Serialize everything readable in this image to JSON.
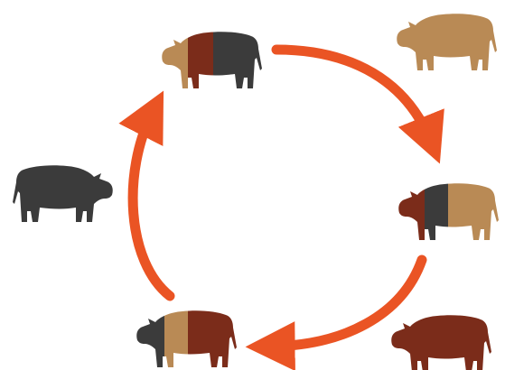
{
  "colors": {
    "arrow": "#ea5424",
    "tan": "#b98a55",
    "maroon": "#7b2c1a",
    "charcoal": "#3b3b3b",
    "background": "#ffffff"
  },
  "diagram": {
    "cycle_arrow_count": 4,
    "cows": [
      {
        "id": "top",
        "segments": [
          "tan",
          "maroon",
          "charcoal",
          "charcoal"
        ],
        "facing": "left",
        "in_cycle": true
      },
      {
        "id": "right",
        "segments": [
          "maroon",
          "charcoal",
          "tan",
          "tan"
        ],
        "facing": "left",
        "in_cycle": true
      },
      {
        "id": "bottom",
        "segments": [
          "charcoal",
          "tan",
          "maroon",
          "maroon"
        ],
        "facing": "left",
        "in_cycle": true
      },
      {
        "id": "top-right-solid",
        "segments": [
          "tan"
        ],
        "facing": "left",
        "in_cycle": false
      },
      {
        "id": "left-solid",
        "segments": [
          "charcoal"
        ],
        "facing": "right",
        "in_cycle": false
      },
      {
        "id": "bottom-right-solid",
        "segments": [
          "maroon"
        ],
        "facing": "left",
        "in_cycle": false
      }
    ]
  }
}
